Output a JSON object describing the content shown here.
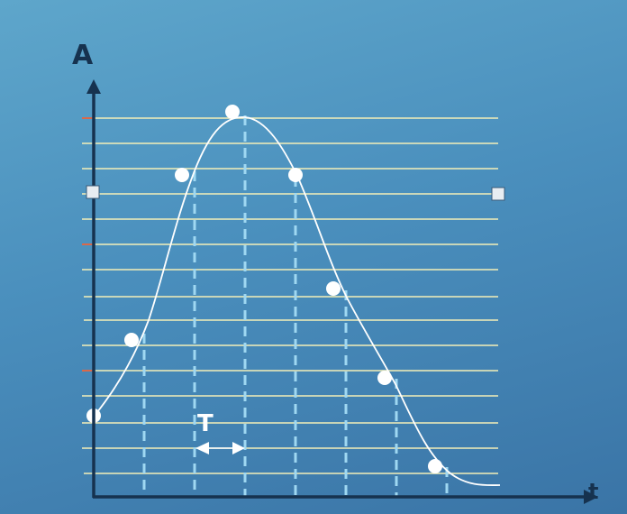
{
  "diagram": {
    "y_axis_label": "A",
    "x_axis_label": "t",
    "interval_label": "T",
    "sample_count": 8,
    "colors": {
      "axis": "#16324f",
      "level_line": "#f4efb8",
      "sample_line": "#9fd8f2",
      "curve": "#ffffff",
      "sample_point": "#ffffff",
      "handle_fill": "#e8edf2",
      "tick_accent": "#d9694a"
    },
    "icons": [
      "left-arrow-icon",
      "right-arrow-icon",
      "square-handle-icon"
    ]
  }
}
